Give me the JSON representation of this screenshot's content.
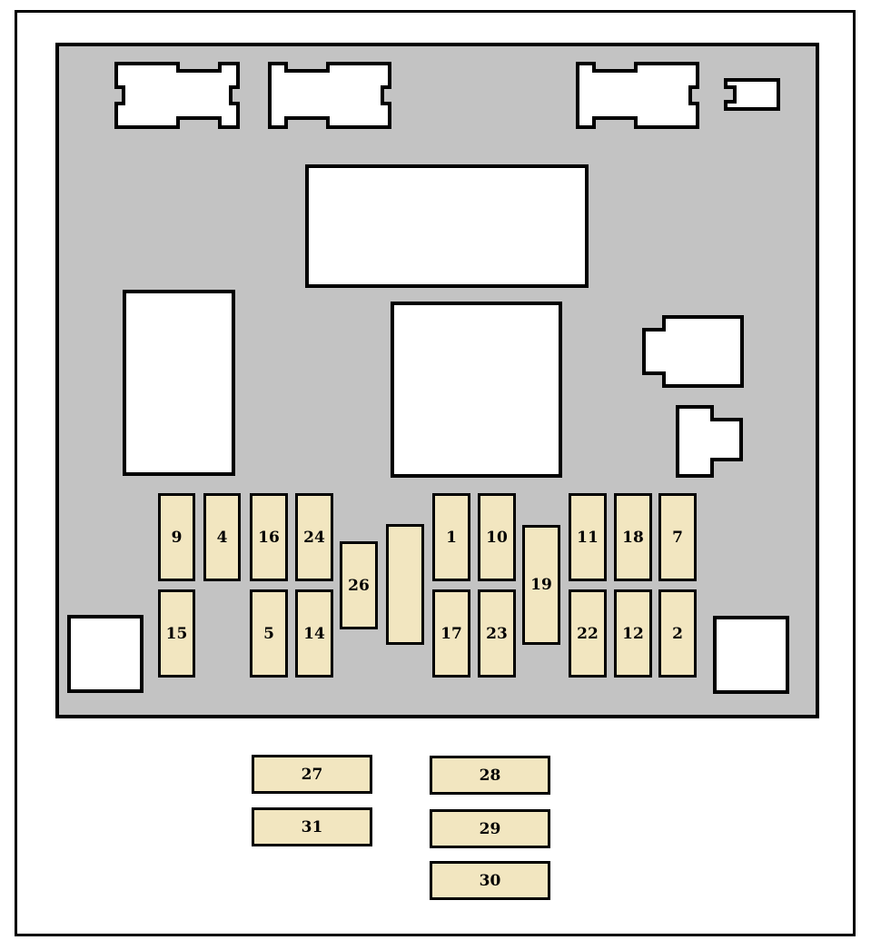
{
  "fuses": {
    "f9": "9",
    "f4": "4",
    "f16": "16",
    "f24": "24",
    "f15": "15",
    "f5": "5",
    "f14": "14",
    "f26": "26",
    "f1": "1",
    "f10": "10",
    "f17": "17",
    "f23": "23",
    "f19": "19",
    "f11": "11",
    "f18": "18",
    "f7": "7",
    "f22": "22",
    "f12": "12",
    "f2": "2",
    "f27": "27",
    "f28": "28",
    "f31": "31",
    "f29": "29",
    "f30": "30"
  },
  "colors": {
    "panel": "#c3c3c3",
    "fuse": "#f2e6c0",
    "outline": "#000000",
    "background": "#ffffff"
  }
}
